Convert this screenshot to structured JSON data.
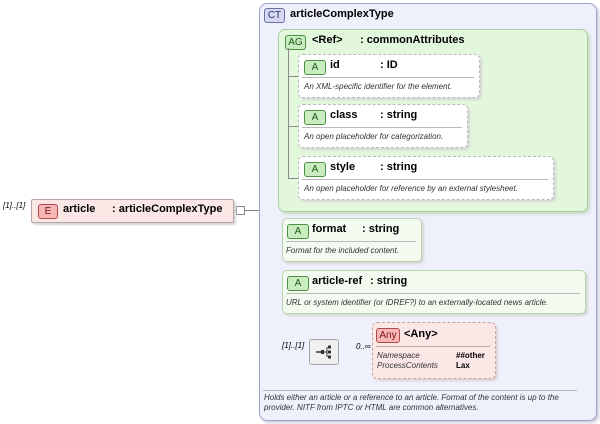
{
  "element": {
    "occurrence": "[1]..[1]",
    "tag": "E",
    "name": "article",
    "type": ": articleComplexType"
  },
  "complex_type": {
    "tag": "CT",
    "name": "articleComplexType",
    "doc": "Holds either an article or a reference to an article. Format of the content is up to the provider. NITF from IPTC or HTML are common alternatives."
  },
  "attribute_group": {
    "tag": "AG",
    "ref": "<Ref>",
    "name": ": commonAttributes",
    "attributes": [
      {
        "tag": "A",
        "name": "id",
        "type": ": ID",
        "doc": "An XML-specific identifier for the element."
      },
      {
        "tag": "A",
        "name": "class",
        "type": ": string",
        "doc": "An open placeholder for categorization."
      },
      {
        "tag": "A",
        "name": "style",
        "type": ": string",
        "doc": "An open placeholder for reference by an external stylesheet."
      }
    ]
  },
  "attributes": [
    {
      "tag": "A",
      "name": "format",
      "type": ": string",
      "doc": "Format for the included content."
    },
    {
      "tag": "A",
      "name": "article-ref",
      "type": " : string",
      "doc": "URL or system identifier (or IDREF?) to an externally-located news article."
    }
  ],
  "sequence": {
    "occurrence": "[1]..[1]",
    "any_occurrence": "0..∞"
  },
  "any": {
    "tag": "Any",
    "name": "<Any>",
    "props": [
      {
        "key": "Namespace",
        "value": "##other"
      },
      {
        "key": "ProcessContents",
        "value": "Lax"
      }
    ]
  },
  "colors": {
    "complex_type_bg": "#eef0fb",
    "attribute_group_bg": "#e3f7dc",
    "element_bg": "#fbe7e5"
  }
}
